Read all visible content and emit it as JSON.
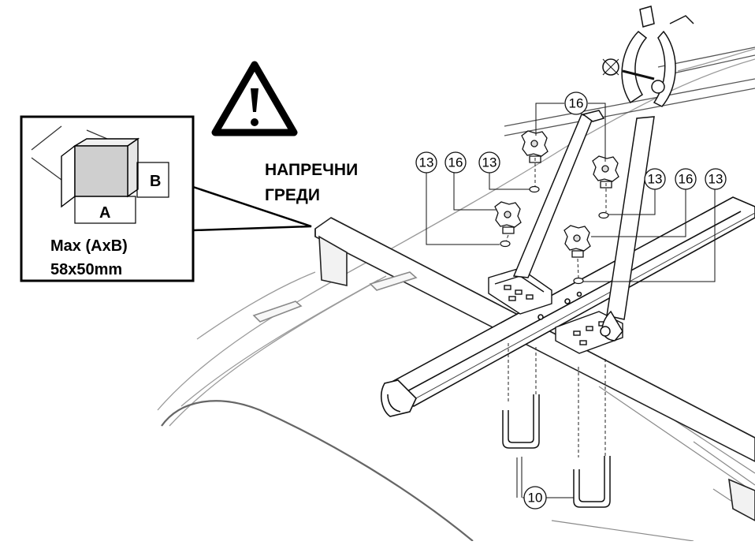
{
  "inset": {
    "dim_b": "B",
    "dim_a": "A",
    "max_line1": "Max (AxB)",
    "max_line2": "58x50mm"
  },
  "crossbar_label": {
    "line1": "НАПРЕЧНИ",
    "line2": "ГРЕДИ"
  },
  "part_numbers": {
    "n16_top": "16",
    "n13_a": "13",
    "n16_a": "16",
    "n13_b": "13",
    "n13_c": "13",
    "n16_b": "16",
    "n13_d": "13",
    "n10": "10"
  },
  "icons": {
    "warning": "warning-triangle-icon"
  }
}
